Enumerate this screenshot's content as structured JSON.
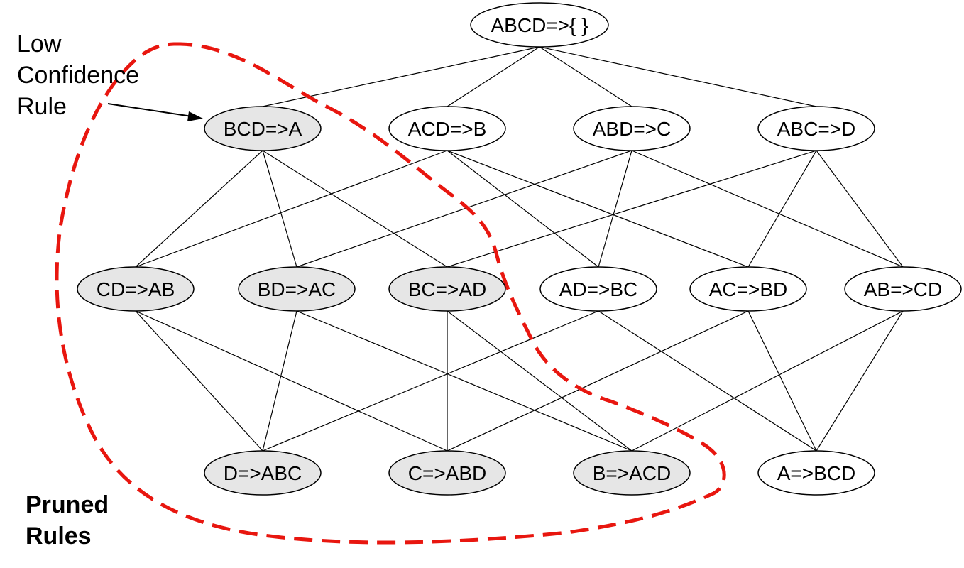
{
  "colors": {
    "pruned_fill": "#e6e6e6",
    "normal_fill": "#ffffff",
    "outline": "#000000",
    "boundary": "#e8160f"
  },
  "nodes": [
    {
      "id": "abcd",
      "label": "ABCD=>{ }",
      "pruned": false
    },
    {
      "id": "bcd_a",
      "label": "BCD=>A",
      "pruned": true
    },
    {
      "id": "acd_b",
      "label": "ACD=>B",
      "pruned": false
    },
    {
      "id": "abd_c",
      "label": "ABD=>C",
      "pruned": false
    },
    {
      "id": "abc_d",
      "label": "ABC=>D",
      "pruned": false
    },
    {
      "id": "cd_ab",
      "label": "CD=>AB",
      "pruned": true
    },
    {
      "id": "bd_ac",
      "label": "BD=>AC",
      "pruned": true
    },
    {
      "id": "bc_ad",
      "label": "BC=>AD",
      "pruned": true
    },
    {
      "id": "ad_bc",
      "label": "AD=>BC",
      "pruned": false
    },
    {
      "id": "ac_bd",
      "label": "AC=>BD",
      "pruned": false
    },
    {
      "id": "ab_cd",
      "label": "AB=>CD",
      "pruned": false
    },
    {
      "id": "d_abc",
      "label": "D=>ABC",
      "pruned": true
    },
    {
      "id": "c_abd",
      "label": "C=>ABD",
      "pruned": true
    },
    {
      "id": "b_acd",
      "label": "B=>ACD",
      "pruned": true
    },
    {
      "id": "a_bcd",
      "label": "A=>BCD",
      "pruned": false
    }
  ],
  "edges": [
    [
      "abcd",
      "bcd_a"
    ],
    [
      "abcd",
      "acd_b"
    ],
    [
      "abcd",
      "abd_c"
    ],
    [
      "abcd",
      "abc_d"
    ],
    [
      "bcd_a",
      "cd_ab"
    ],
    [
      "bcd_a",
      "bd_ac"
    ],
    [
      "bcd_a",
      "bc_ad"
    ],
    [
      "acd_b",
      "cd_ab"
    ],
    [
      "acd_b",
      "ad_bc"
    ],
    [
      "acd_b",
      "ac_bd"
    ],
    [
      "abd_c",
      "bd_ac"
    ],
    [
      "abd_c",
      "ad_bc"
    ],
    [
      "abd_c",
      "ab_cd"
    ],
    [
      "abc_d",
      "bc_ad"
    ],
    [
      "abc_d",
      "ac_bd"
    ],
    [
      "abc_d",
      "ab_cd"
    ],
    [
      "cd_ab",
      "d_abc"
    ],
    [
      "cd_ab",
      "c_abd"
    ],
    [
      "bd_ac",
      "d_abc"
    ],
    [
      "bd_ac",
      "b_acd"
    ],
    [
      "bc_ad",
      "c_abd"
    ],
    [
      "bc_ad",
      "b_acd"
    ],
    [
      "ad_bc",
      "d_abc"
    ],
    [
      "ad_bc",
      "a_bcd"
    ],
    [
      "ac_bd",
      "c_abd"
    ],
    [
      "ac_bd",
      "a_bcd"
    ],
    [
      "ab_cd",
      "b_acd"
    ],
    [
      "ab_cd",
      "a_bcd"
    ]
  ],
  "annotations": {
    "low_confidence": [
      "Low",
      "Confidence",
      "Rule"
    ],
    "pruned_rules": [
      "Pruned",
      "Rules"
    ]
  }
}
